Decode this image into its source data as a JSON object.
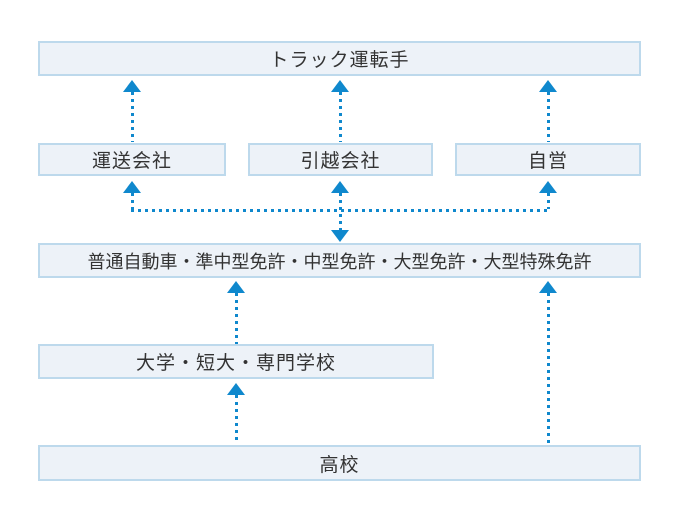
{
  "diagram": {
    "type": "career-path-flowchart",
    "nodes": {
      "truck_driver": "トラック運転手",
      "transport_company": "運送会社",
      "moving_company": "引越会社",
      "self_employed": "自営",
      "licenses": "普通自動車・準中型免許・中型免許・大型免許・大型特殊免許",
      "higher_education": "大学・短大・専門学校",
      "high_school": "高校"
    },
    "edges": [
      {
        "from": "transport_company",
        "to": "truck_driver",
        "style": "dotted-arrow-up"
      },
      {
        "from": "moving_company",
        "to": "truck_driver",
        "style": "dotted-arrow-up"
      },
      {
        "from": "self_employed",
        "to": "truck_driver",
        "style": "dotted-arrow-up"
      },
      {
        "from": "licenses",
        "to": "transport_company",
        "style": "dotted-arrow-up"
      },
      {
        "from": "licenses",
        "to": "self_employed",
        "style": "dotted-arrow-up"
      },
      {
        "from": "licenses",
        "to": "moving_company",
        "style": "dotted-arrow-both"
      },
      {
        "from": "higher_education",
        "to": "licenses",
        "style": "dotted-arrow-up"
      },
      {
        "from": "high_school",
        "to": "licenses",
        "style": "dotted-arrow-up"
      },
      {
        "from": "high_school",
        "to": "higher_education",
        "style": "dotted-arrow-up"
      }
    ],
    "colors": {
      "box_fill": "#edf2f8",
      "box_border": "#bdd9ec",
      "arrow": "#0f88cd",
      "text": "#333333",
      "background": "#ffffff"
    }
  }
}
